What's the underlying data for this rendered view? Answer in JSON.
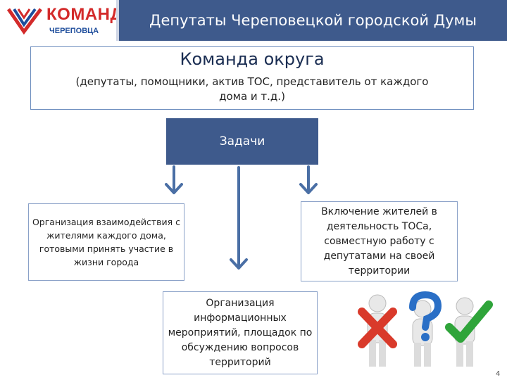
{
  "logo": {
    "title": "КОМАНДА",
    "subtitle": "ЧЕРЕПОВЦА"
  },
  "header": {
    "title": "Депутаты Череповецкой городской Думы"
  },
  "team": {
    "title": "Команда округа",
    "description": "(депутаты, помощники, актив ТОС, представитель от каждого дома и т.д.)"
  },
  "tasks": {
    "label": "Задачи"
  },
  "cards": {
    "left": "Организация взаимодействия с жителями каждого дома, готовыми принять участие в жизни города",
    "right": "Включение жителей в деятельность ТОСа, совместную работу с депутатами на своей территории",
    "middle": "Организация информационных мероприятий, площадок по обсуждению вопросов территорий"
  },
  "colors": {
    "header_bg": "#3e5a8c",
    "accent_red": "#d32a2a",
    "accent_blue": "#1f4e9c",
    "arrow": "#4a6fa5"
  },
  "page_number": "4"
}
